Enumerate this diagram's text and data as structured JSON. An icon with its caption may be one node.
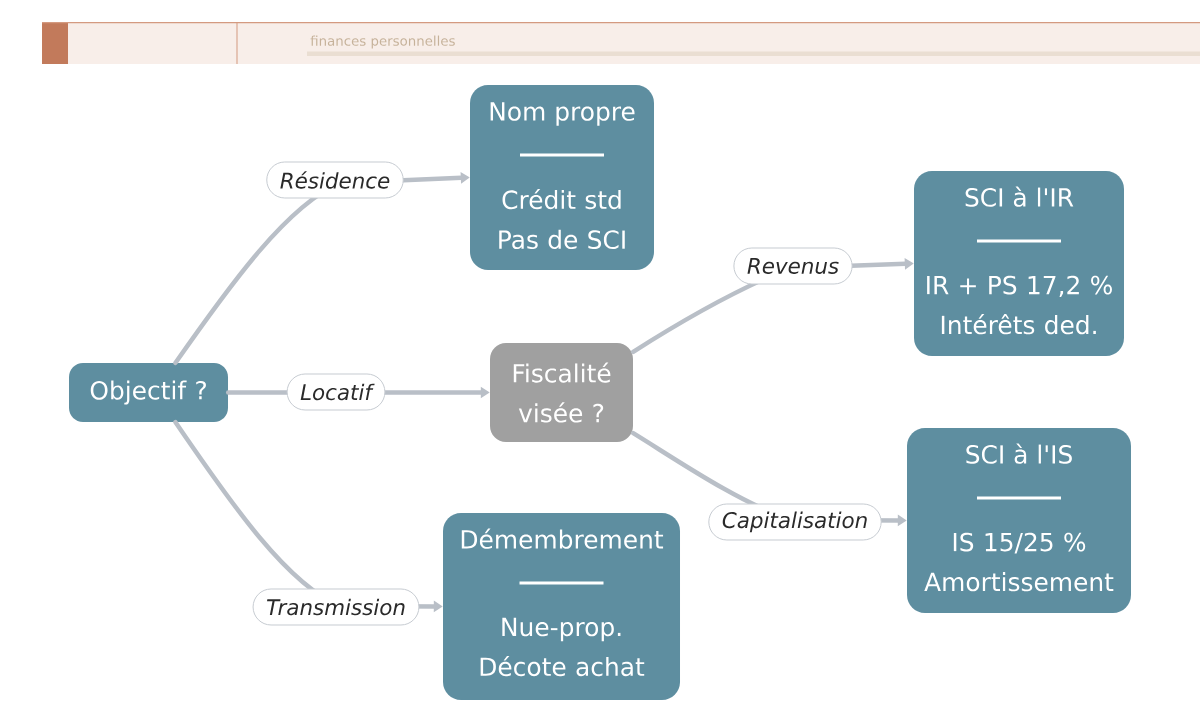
{
  "diagram": {
    "nodes": [
      {
        "text": [
          "Objectif ?"
        ]
      },
      {
        "text": [
          "Nom propre",
          "Crédit std Pas de SCI"
        ]
      },
      {
        "text": [
          "Fiscalité visée ?"
        ]
      },
      {
        "text": [
          "SCI à l'IR",
          "IR + PS 17,2 % Intérêts ded."
        ]
      },
      {
        "text": [
          "SCI à l'IS",
          "IS 15/25 % Amortissement"
        ]
      },
      {
        "text": [
          "Démembrement",
          "Nue-prop. Décote achat"
        ]
      }
    ],
    "edges": [
      {
        "from": 0,
        "to": 1,
        "arrow": "to",
        "label": "Résidence"
      },
      {
        "from": 0,
        "to": 2,
        "arrow": "to",
        "label": "Locatif"
      },
      {
        "from": 2,
        "to": 3,
        "arrow": "to",
        "label": "Revenus"
      },
      {
        "from": 2,
        "to": 4,
        "arrow": "to",
        "label": "Capitalisation"
      },
      {
        "from": 0,
        "to": 5,
        "arrow": "to",
        "label": "Transmission"
      }
    ],
    "labels": [
      "finances personnelles"
    ]
  }
}
